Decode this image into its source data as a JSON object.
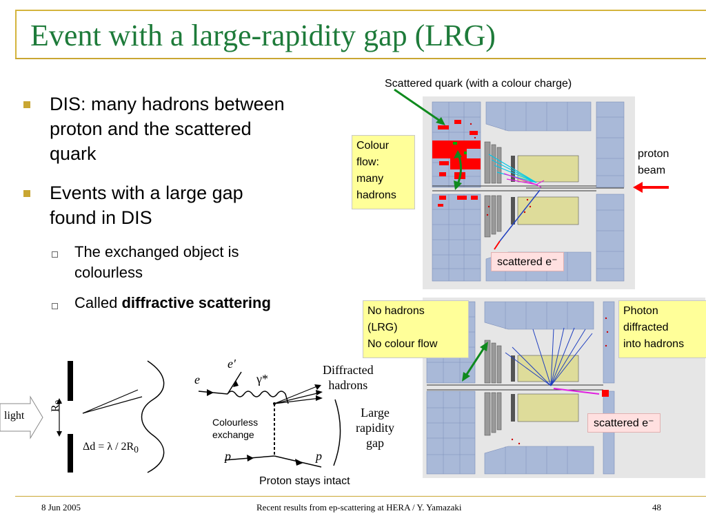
{
  "title": "Event with a large-rapidity gap (LRG)",
  "bullets": [
    {
      "lines": [
        "DIS: many hadrons between",
        "proton and the scattered",
        "quark"
      ]
    },
    {
      "lines": [
        "Events with a large gap",
        "found in DIS"
      ]
    }
  ],
  "sub_bullets": [
    {
      "lines": [
        "The exchanged object is",
        "colourless"
      ]
    },
    {
      "prefix": "Called ",
      "bold": "diffractive scattering"
    }
  ],
  "top_detector": {
    "scattered_quark_label": "Scattered quark (with a colour charge)",
    "colour_flow_lines": [
      "Colour",
      "flow:",
      "many",
      "hadrons"
    ],
    "proton_beam_lines": [
      "proton",
      "beam"
    ],
    "scattered_e": "scattered e⁻"
  },
  "bottom_detector": {
    "no_hadrons_lines": [
      "No hadrons",
      "(LRG)",
      "No colour flow"
    ],
    "photon_lines": [
      "Photon",
      "diffracted",
      "into hadrons"
    ],
    "scattered_e": "scattered e⁻"
  },
  "optics": {
    "light_label": "light",
    "r0_label": "R",
    "r0_sub": "0",
    "formula": "Δd = λ / 2R",
    "formula_sub": "0"
  },
  "feynman": {
    "e_label": "e",
    "e_prime_label": "e′",
    "gamma_label": "γ*",
    "p_label": "p",
    "p_out_label": "p",
    "diffracted_lines": [
      "Diffracted",
      "hadrons"
    ],
    "gap_lines": [
      "Large",
      "rapidity",
      "gap"
    ],
    "exchange_lines": [
      "Colourless",
      "exchange"
    ],
    "proton_intact": "Proton stays intact"
  },
  "footer": {
    "date": "8 Jun 2005",
    "center": "Recent results from ep-scattering at HERA / Y. Yamazaki",
    "page": "48"
  },
  "colors": {
    "title": "#1e7b3a",
    "accent": "#c9a632",
    "detector_blue": "#a9b9d8",
    "calorimeter_yellow": "#dedc9a",
    "hit_red": "#ff0000",
    "track_magenta": "#e01ee0"
  }
}
